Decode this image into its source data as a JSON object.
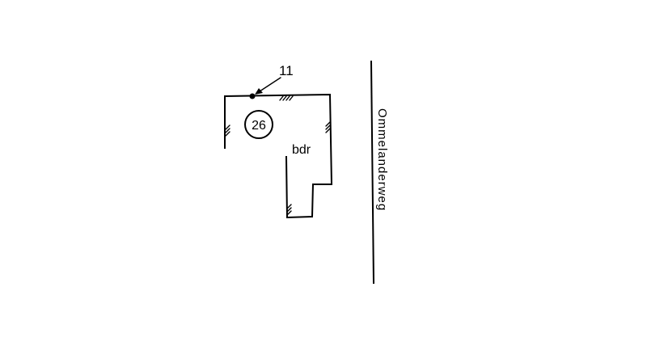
{
  "point_number_label": "11",
  "house_number_label": "26",
  "building_label": "bdr",
  "street_name_label": "Ommelanderweg",
  "colors": {
    "ink": "#000000",
    "background": "#ffffff"
  }
}
